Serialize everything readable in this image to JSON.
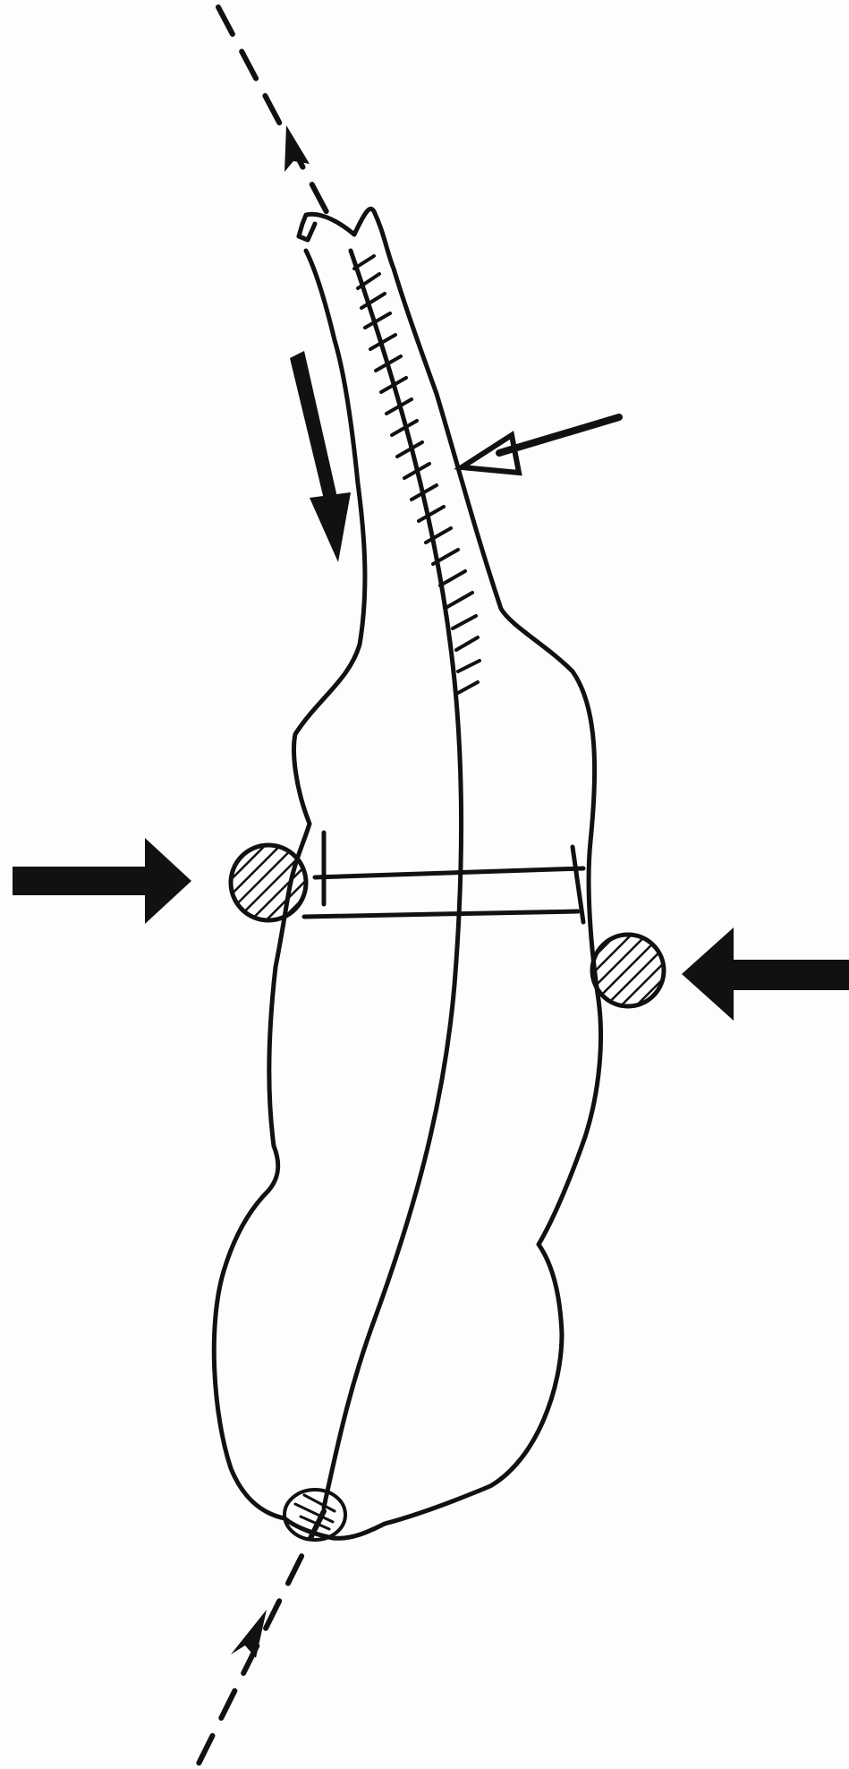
{
  "figure": {
    "background": "#fdfdfb",
    "ink_color": "#111111",
    "elements": [
      "dashed-axis-line-top",
      "dashed-axis-line-bottom",
      "animal-body-outline-top-view",
      "neck-mane-hatching",
      "spine-midline",
      "girth-band",
      "left-contact-point-hatched",
      "right-contact-point-hatched",
      "tail-contact-point",
      "force-arrow-left",
      "force-arrow-right",
      "force-arrow-neck-left",
      "force-arrow-neck-right"
    ]
  }
}
